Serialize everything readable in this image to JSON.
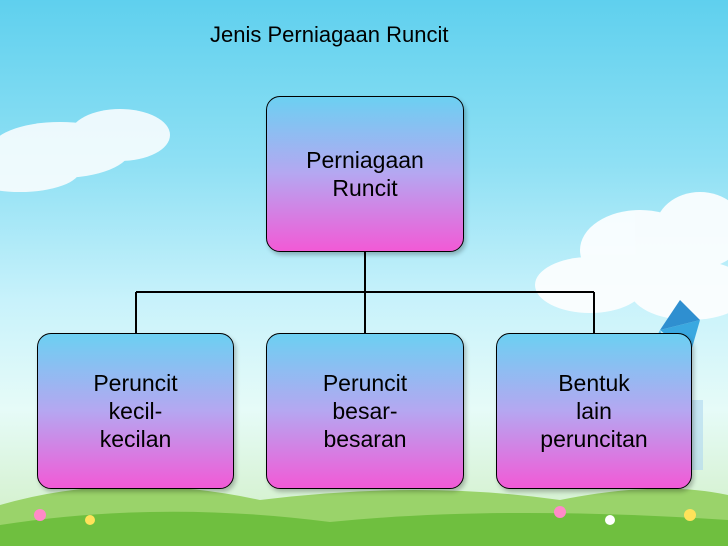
{
  "title": "Jenis Perniagaan Runcit",
  "root": {
    "lines": [
      "Perniagaan",
      "Runcit"
    ]
  },
  "children": [
    {
      "lines": [
        "Peruncit",
        "kecil-",
        "kecilan"
      ]
    },
    {
      "lines": [
        "Peruncit",
        "besar-",
        "besaran"
      ]
    },
    {
      "lines": [
        "Bentuk",
        "lain",
        "peruncitan"
      ]
    }
  ],
  "colors": {
    "node_top": "#6cd0f2",
    "node_bottom": "#f25ad6",
    "line": "#000000"
  }
}
